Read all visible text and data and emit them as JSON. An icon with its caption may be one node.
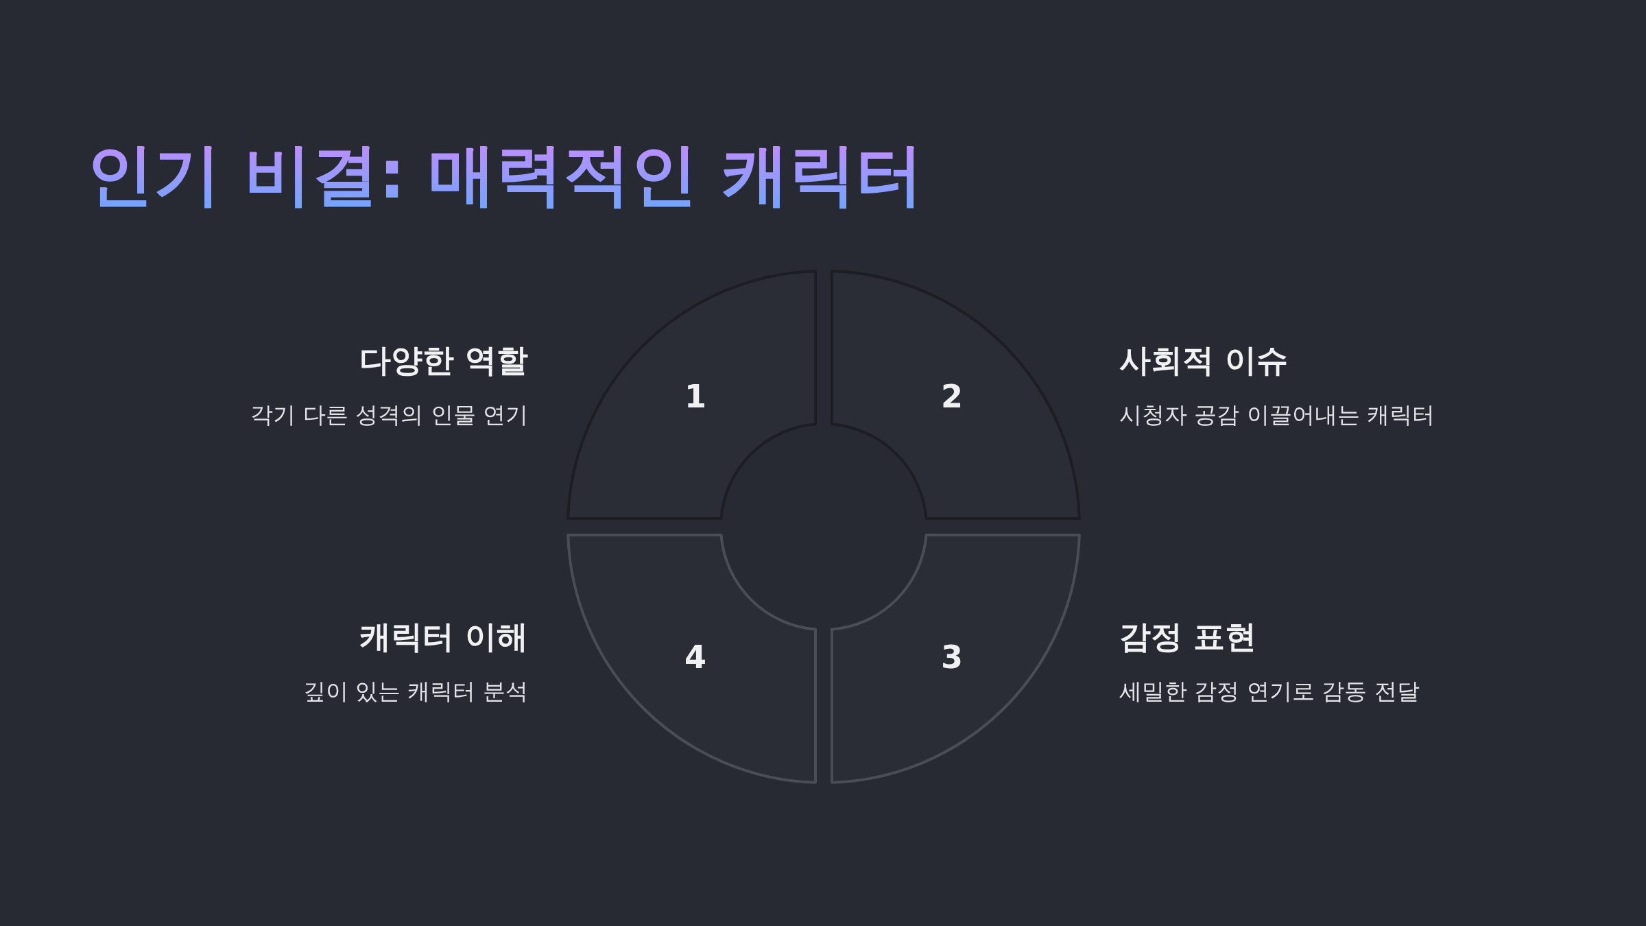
{
  "diagram": {
    "title": "인기 비결: 매력적인 캐릭터",
    "nodes": [
      {
        "text": [
          "1"
        ],
        "beside": [
          "다양한 역할",
          "각기 다른 성격의 인물 연기"
        ]
      },
      {
        "text": [
          "2"
        ],
        "beside": [
          "사회적 이슈",
          "시청자 공감 이끌어내는 캐릭터"
        ]
      },
      {
        "text": [
          "4"
        ],
        "beside": [
          "캐릭터 이해",
          "깊이 있는 캐릭터 분석"
        ]
      },
      {
        "text": [
          "3"
        ],
        "beside": [
          "감정 표현",
          "세밀한 감정 연기로 감동 전달"
        ]
      }
    ]
  }
}
